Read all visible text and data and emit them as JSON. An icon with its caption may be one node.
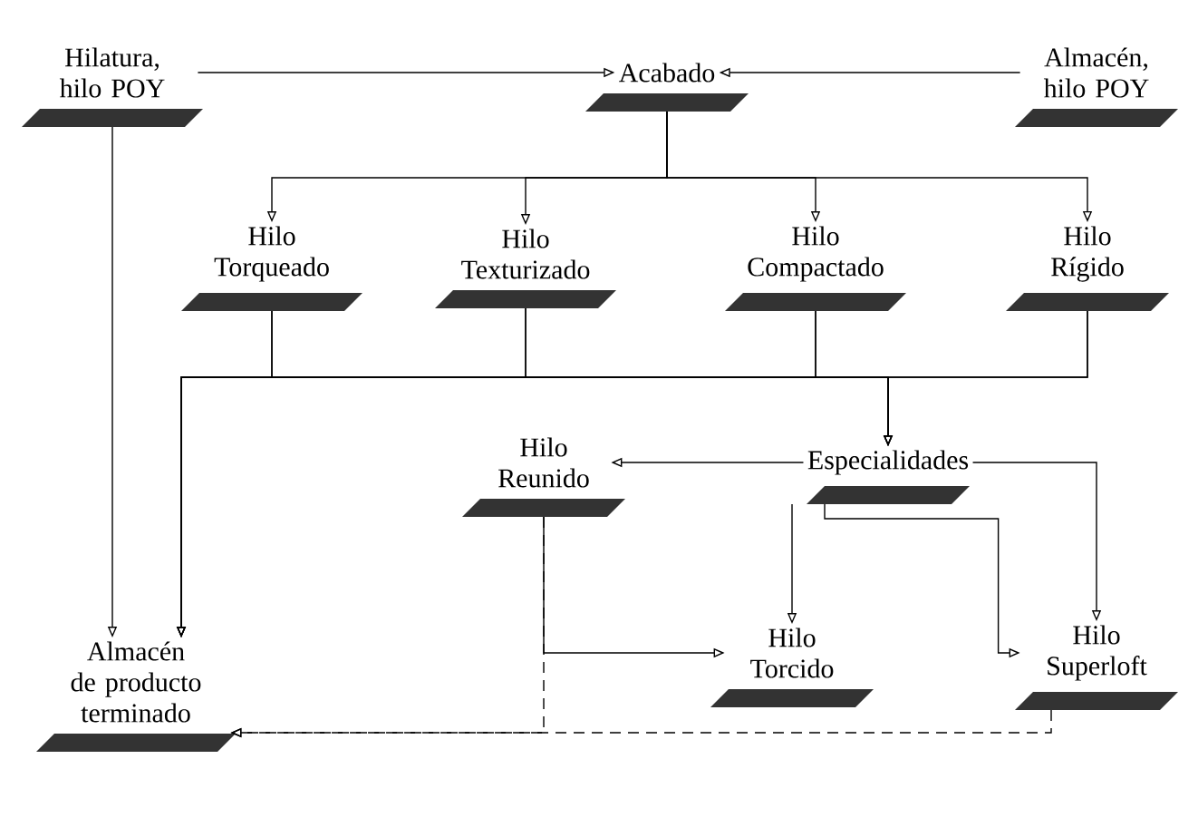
{
  "diagram": {
    "nodes": [
      {
        "text": [
          "Hilatura, hilo POY"
        ]
      },
      {
        "text": [
          "Acabado"
        ]
      },
      {
        "text": [
          "Almacén, hilo POY"
        ]
      },
      {
        "text": [
          "Hilo Torqueado"
        ]
      },
      {
        "text": [
          "Hilo Texturizado"
        ]
      },
      {
        "text": [
          "Hilo Compactado"
        ]
      },
      {
        "text": [
          "Hilo Rígido"
        ]
      },
      {
        "text": [
          "Especialidades"
        ]
      },
      {
        "text": [
          "Hilo Reunido"
        ]
      },
      {
        "text": [
          "Hilo Torcido"
        ]
      },
      {
        "text": [
          "Hilo Superloft"
        ]
      },
      {
        "text": [
          "Almacén de producto terminado"
        ]
      }
    ],
    "edges": [
      {
        "from": 0,
        "to": 1,
        "arrow": "to"
      },
      {
        "from": 2,
        "to": 1,
        "arrow": "to"
      },
      {
        "from": 1,
        "to": 3,
        "arrow": "to"
      },
      {
        "from": 1,
        "to": 4,
        "arrow": "to"
      },
      {
        "from": 1,
        "to": 5,
        "arrow": "to"
      },
      {
        "from": 1,
        "to": 6,
        "arrow": "to"
      },
      {
        "from": 3,
        "to": 7,
        "arrow": "to"
      },
      {
        "from": 4,
        "to": 7,
        "arrow": "to"
      },
      {
        "from": 5,
        "to": 7,
        "arrow": "to"
      },
      {
        "from": 6,
        "to": 7,
        "arrow": "to"
      },
      {
        "from": 3,
        "to": 11,
        "arrow": "to"
      },
      {
        "from": 4,
        "to": 11,
        "arrow": "to"
      },
      {
        "from": 5,
        "to": 11,
        "arrow": "to"
      },
      {
        "from": 6,
        "to": 11,
        "arrow": "to"
      },
      {
        "from": 0,
        "to": 11,
        "arrow": "to"
      },
      {
        "from": 7,
        "to": 8,
        "arrow": "to"
      },
      {
        "from": 7,
        "to": 10,
        "arrow": "to"
      },
      {
        "from": 7,
        "to": 9,
        "arrow": "to"
      },
      {
        "from": 7,
        "to": 10,
        "arrow": "to"
      },
      {
        "from": 8,
        "to": 9,
        "arrow": "to"
      },
      {
        "from": 8,
        "to": 11,
        "arrow": "to",
        "style": "dashed"
      },
      {
        "from": 10,
        "to": 11,
        "arrow": "to",
        "style": "dashed"
      }
    ]
  }
}
